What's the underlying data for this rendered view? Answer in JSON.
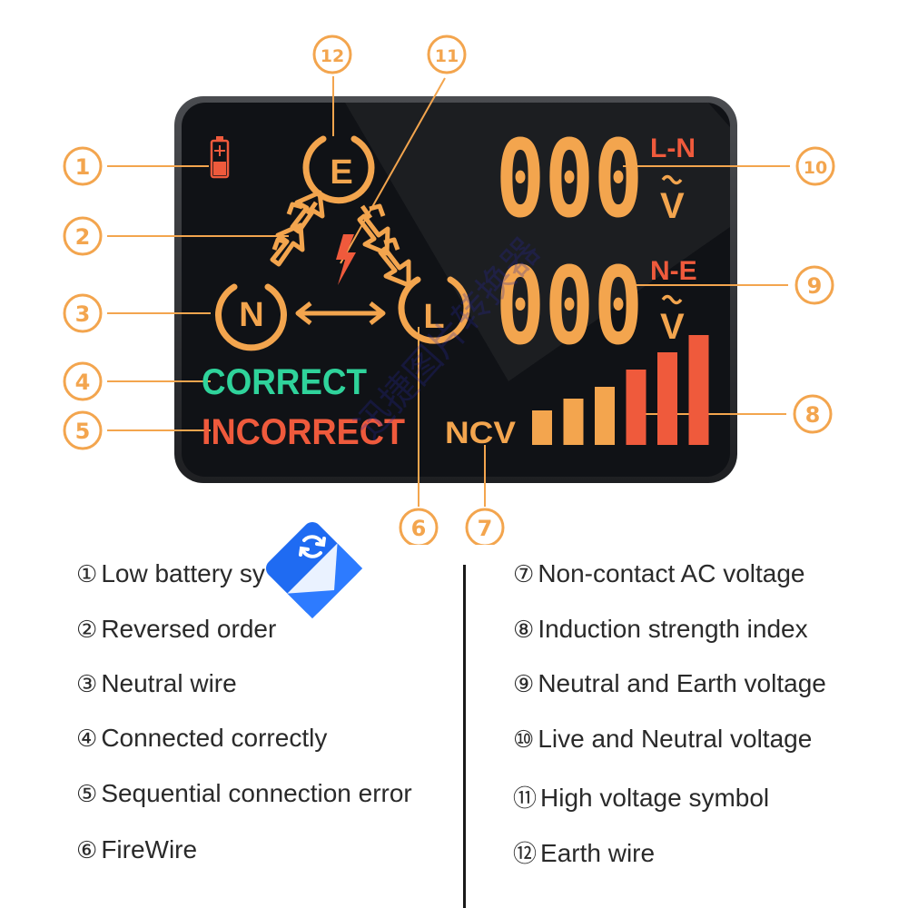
{
  "display": {
    "status_correct": "CORRECT",
    "status_incorrect": "INCORRECT",
    "ncv_label": "NCV",
    "reading_top": "000",
    "reading_bottom": "000",
    "label_ln": "L-N",
    "label_ne": "N-E",
    "unit_top": "V",
    "unit_bottom": "V",
    "node_e": "E",
    "node_n": "N",
    "node_l": "L",
    "bar_levels": 6
  },
  "callouts": [
    "①",
    "②",
    "③",
    "④",
    "⑤",
    "⑥",
    "⑦",
    "⑧",
    "⑨",
    "⑩",
    "⑪",
    "⑫"
  ],
  "legend": {
    "left": [
      {
        "num": "①",
        "text": "Low battery sy"
      },
      {
        "num": "②",
        "text": "Reversed order"
      },
      {
        "num": "③",
        "text": "Neutral wire"
      },
      {
        "num": "④",
        "text": "Connected correctly"
      },
      {
        "num": "⑤",
        "text": "Sequential connection error"
      },
      {
        "num": "⑥",
        "text": "FireWire"
      }
    ],
    "right": [
      {
        "num": "⑦",
        "text": "Non-contact AC voltage"
      },
      {
        "num": "⑧",
        "text": "Induction strength index"
      },
      {
        "num": "⑨",
        "text": "Neutral and Earth voltage"
      },
      {
        "num": "⑩",
        "text": "Live and Neutral voltage"
      },
      {
        "num": "⑪",
        "text": "High voltage symbol"
      },
      {
        "num": "⑫",
        "text": "Earth wire"
      }
    ]
  },
  "watermark": "迅捷图片转换器",
  "colors": {
    "orange": "#f3a54e",
    "red": "#ef5a3c",
    "green": "#2fd39b",
    "screen": "#101216",
    "bezel": "#2b2d31",
    "badge": "#1f6bf2"
  }
}
